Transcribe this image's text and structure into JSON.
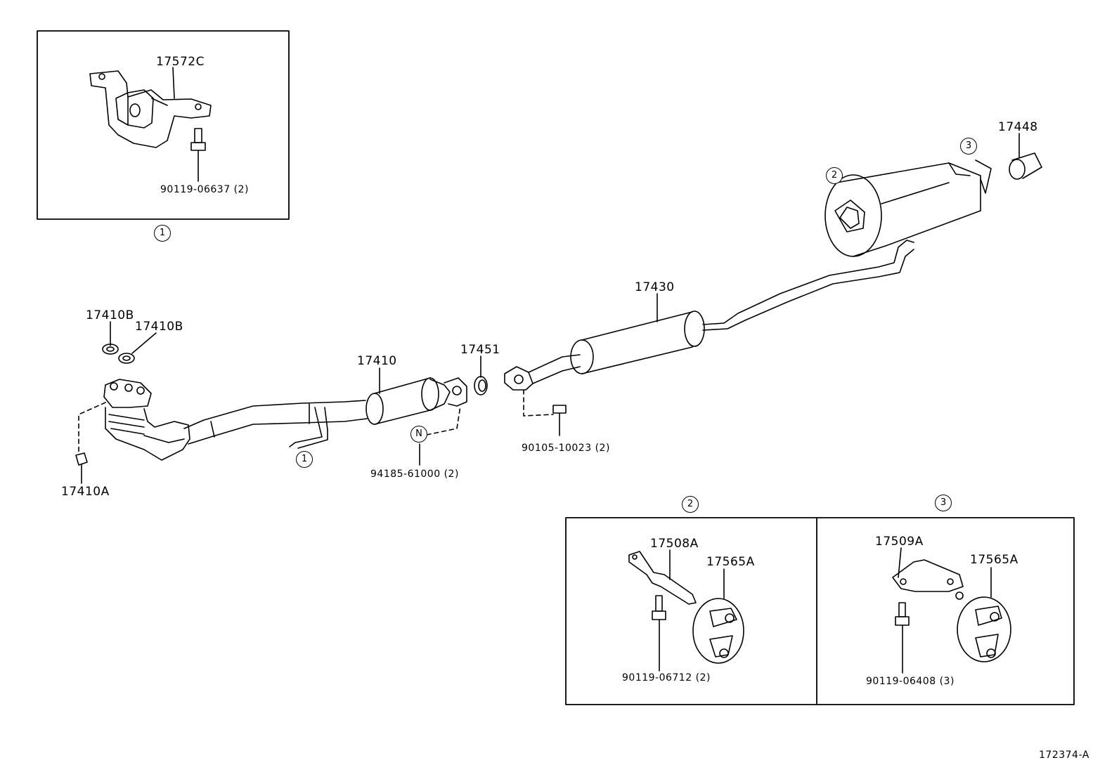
{
  "labels": {
    "p17572C": "17572C",
    "p90119_06637": "90119-06637 (2)",
    "p17448": "17448",
    "p17430": "17430",
    "p17410B_a": "17410B",
    "p17410B_b": "17410B",
    "p17410": "17410",
    "p17451": "17451",
    "p17410A": "17410A",
    "p94185_61000": "94185-61000 (2)",
    "p90105_10023": "90105-10023 (2)",
    "p17508A": "17508A",
    "p17565A_a": "17565A",
    "p90119_06712": "90119-06712 (2)",
    "p17509A": "17509A",
    "p17565A_b": "17565A",
    "p90119_06408": "90119-06408 (3)",
    "diagram_id": "172374-A"
  },
  "callouts": {
    "c1_box": "1",
    "c1_pipe": "1",
    "c2_muffler": "2",
    "c3_muffler": "3",
    "c2_box": "2",
    "c3_box": "3",
    "cN": "N"
  }
}
